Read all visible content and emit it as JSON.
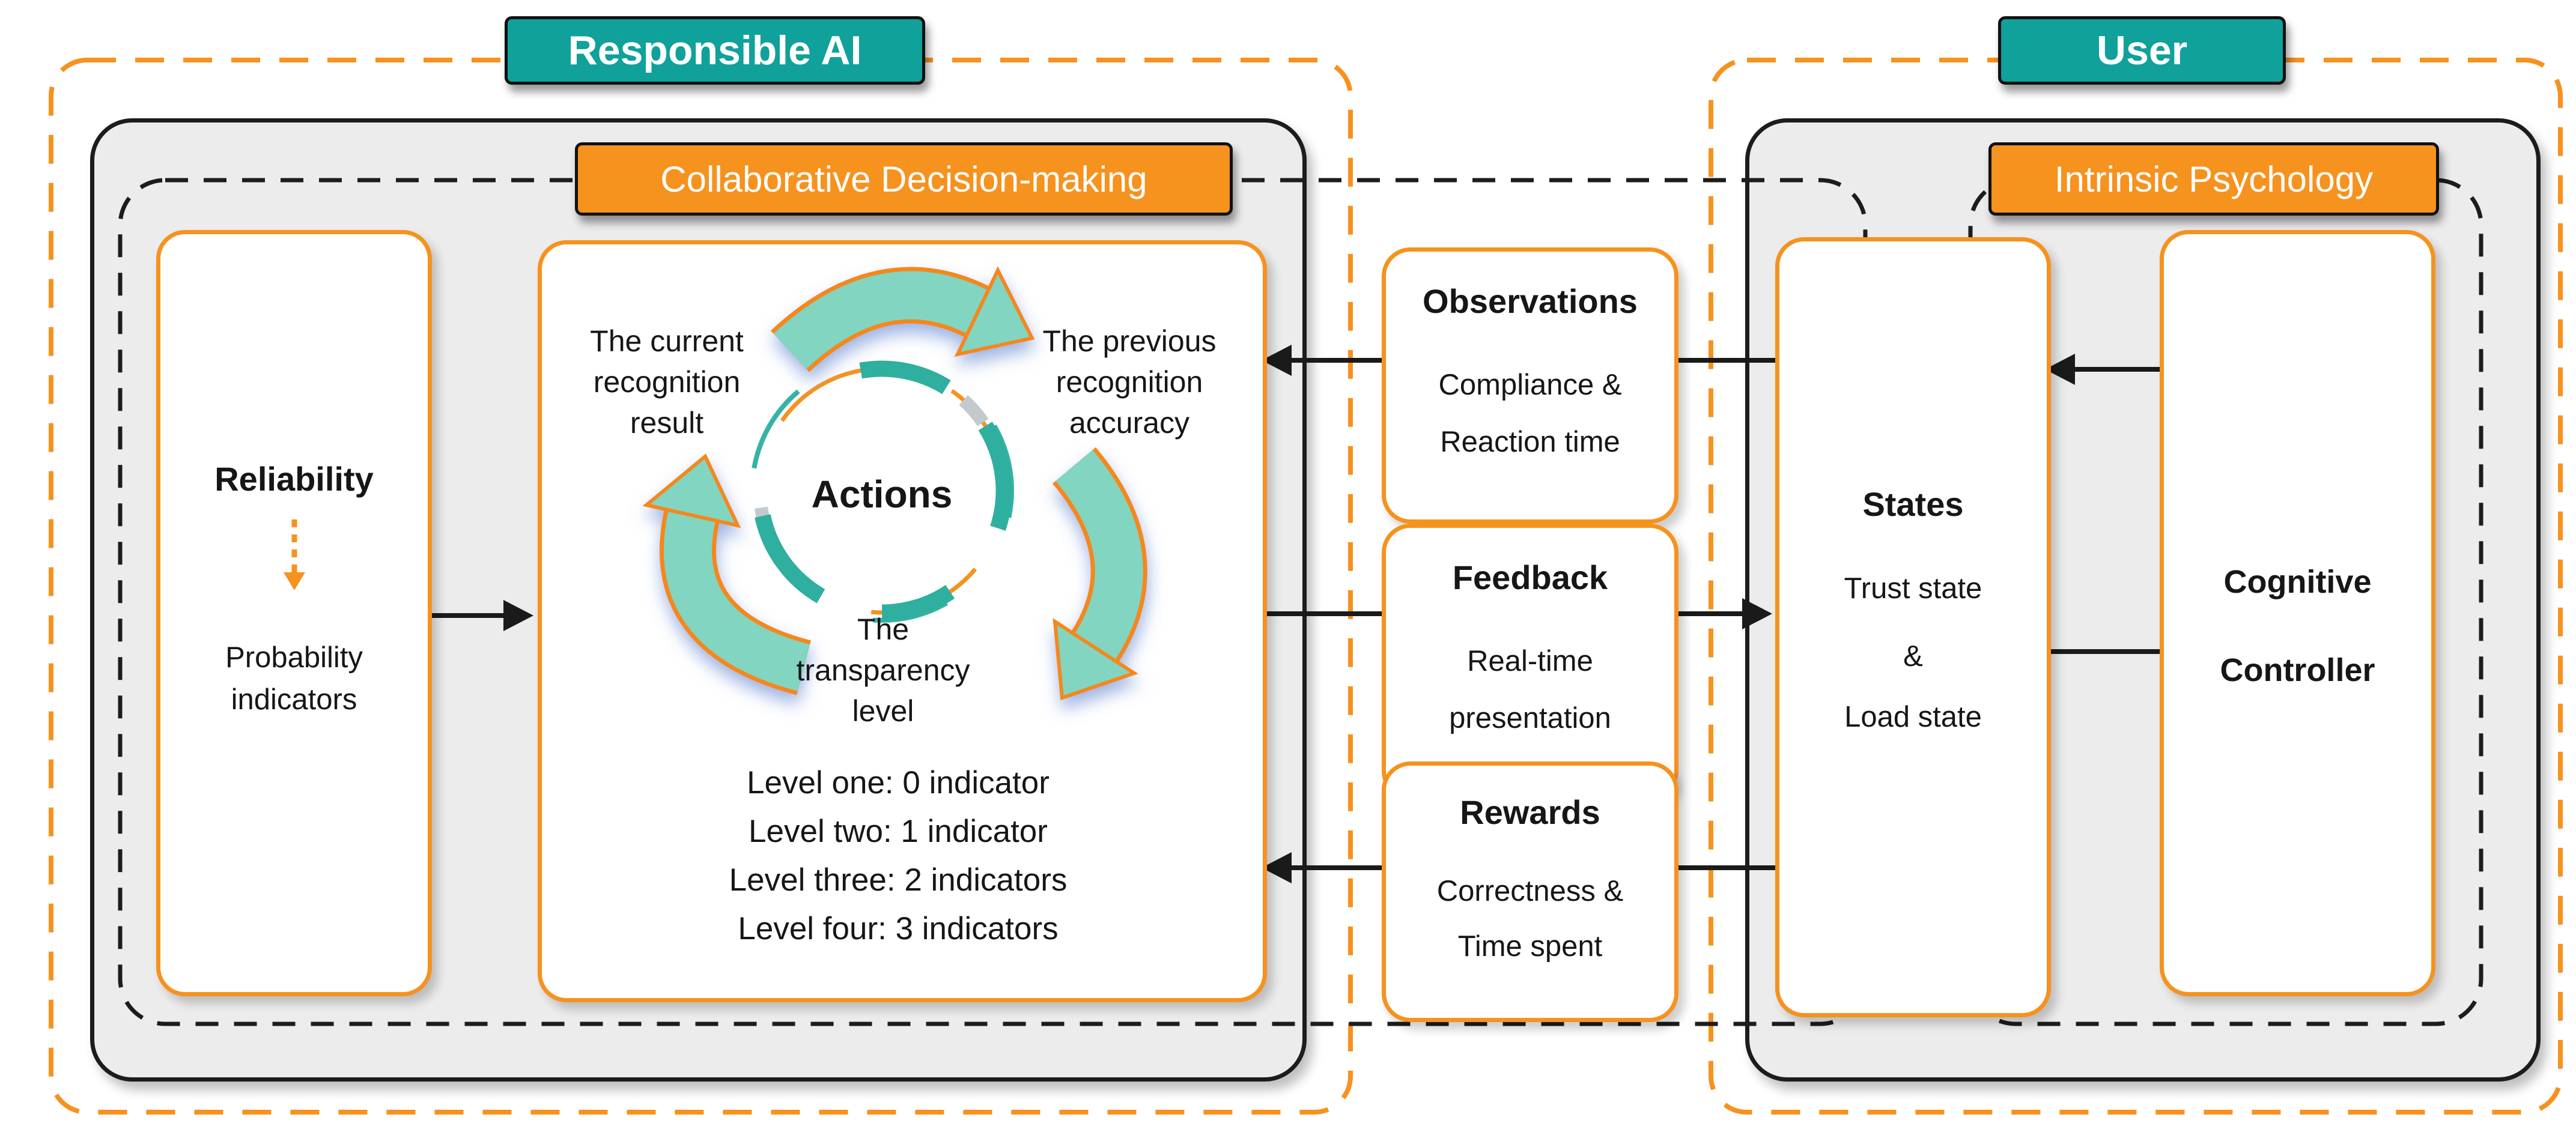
{
  "colors": {
    "teal": "#10A19B",
    "orange": "#F6921E",
    "arrow_fill": "#82D5C0",
    "ring_teal": "#35B3A4",
    "panel_fill": "#ECECEC",
    "line": "#1A1A1A"
  },
  "banners": {
    "responsible_ai": "Responsible AI",
    "collaborative": "Collaborative Decision-making",
    "user": "User",
    "intrinsic": "Intrinsic Psychology"
  },
  "reliability": {
    "title": "Reliability",
    "body": [
      "Probability",
      "indicators"
    ]
  },
  "cycle": {
    "center": "Actions",
    "current": [
      "The current",
      "recognition",
      "result"
    ],
    "previous": [
      "The previous",
      "recognition",
      "accuracy"
    ],
    "transparency": [
      "The",
      "transparency",
      "level"
    ],
    "levels": [
      "Level one: 0 indicator",
      "Level two: 1 indicator",
      "Level three: 2 indicators",
      "Level four: 3 indicators"
    ]
  },
  "signals": {
    "observations": {
      "title": "Observations",
      "body": [
        "Compliance &",
        "Reaction time"
      ]
    },
    "feedback": {
      "title": "Feedback",
      "body": [
        "Real-time",
        "presentation"
      ]
    },
    "rewards": {
      "title": "Rewards",
      "body": [
        "Correctness &",
        "Time spent"
      ]
    }
  },
  "user_side": {
    "states": {
      "title": "States",
      "body": [
        "Trust state",
        "&",
        "Load state"
      ]
    },
    "cognitive_controller": [
      "Cognitive",
      "Controller"
    ]
  }
}
